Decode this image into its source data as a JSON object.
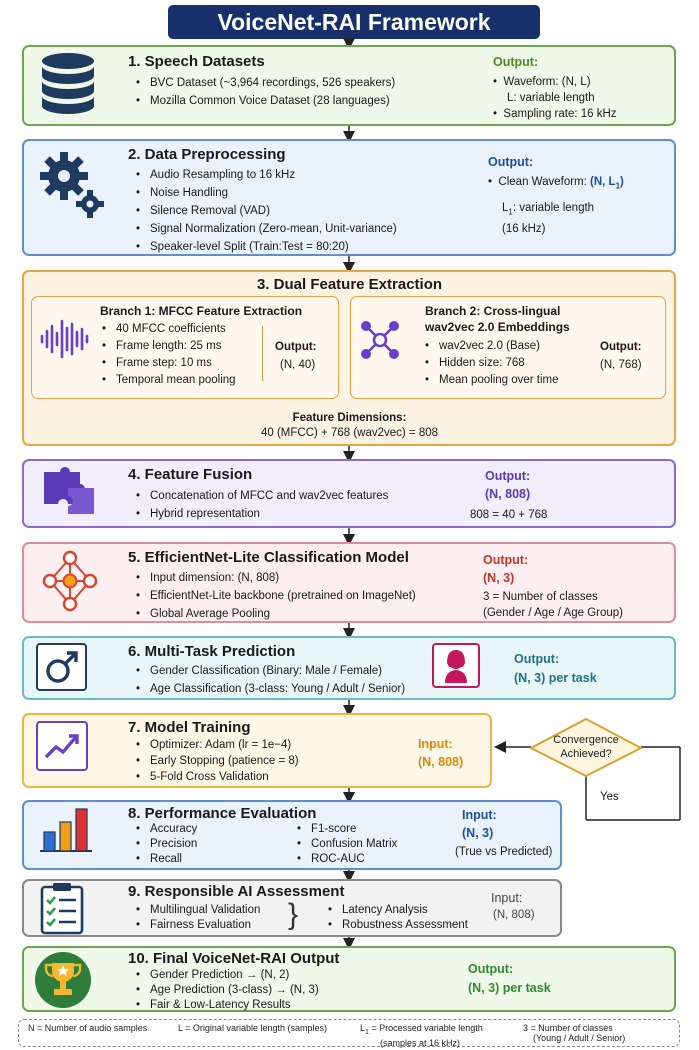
{
  "title": "VoiceNet-RAI Framework",
  "stage1": {
    "title": "1. Speech Datasets",
    "bullets": [
      "BVC Dataset (~3,964 recordings, 526 speakers)",
      "Mozilla Common Voice Dataset (28 languages)"
    ],
    "output_label": "Output:",
    "output": [
      "Waveform: (N, L)",
      "L: variable length",
      "Sampling rate: 16 kHz"
    ],
    "icon": "database-icon"
  },
  "stage2": {
    "title": "2. Data Preprocessing",
    "bullets": [
      "Audio Resampling to 16 kHz",
      "Noise Handling",
      "Silence Removal (VAD)",
      "Signal Normalization (Zero-mean, Unit-variance)",
      "Speaker-level Split (Train:Test = 80:20)"
    ],
    "output_label": "Output:",
    "output_clean": "Clean Waveform: ",
    "output_clean_val": "(N, L",
    "output_clean_sub": "1",
    "output_clean_end": ")",
    "output_l1": "L",
    "output_l1_sub": "1",
    "output_l1_rest": ": variable length",
    "output_rate": "(16 kHz)",
    "icon": "gears-icon"
  },
  "stage3": {
    "title": "3. Dual Feature Extraction",
    "branch1": {
      "title": "Branch 1: MFCC Feature Extraction",
      "bullets": [
        "40 MFCC coefficients",
        "Frame length: 25 ms",
        "Frame step: 10 ms",
        "Temporal mean pooling"
      ],
      "output_label": "Output:",
      "output": "(N, 40)",
      "icon": "waveform-icon"
    },
    "branch2": {
      "title": "Branch 2: Cross-lingual",
      "title2": "wav2vec 2.0 Embeddings",
      "bullets": [
        "wav2vec 2.0 (Base)",
        "Hidden size: 768",
        "Mean pooling over time"
      ],
      "output_label": "Output:",
      "output": "(N, 768)",
      "icon": "network-icon"
    },
    "dims_label": "Feature Dimensions:",
    "dims": "40 (MFCC) + 768 (wav2vec) = 808"
  },
  "stage4": {
    "title": "4. Feature Fusion",
    "bullets": [
      "Concatenation of MFCC and wav2vec features",
      "Hybrid representation"
    ],
    "output_label": "Output:",
    "output": "(N, 808)",
    "output_note": "808 = 40 + 768",
    "icon": "puzzle-icon"
  },
  "stage5": {
    "title": "5. EfficientNet-Lite Classification Model",
    "bullets": [
      "Input dimension: (N, 808)",
      "EfficientNet-Lite backbone (pretrained on ImageNet)",
      "Global Average Pooling"
    ],
    "output_label": "Output:",
    "output": "(N, 3)",
    "output_note": [
      "3 = Number of classes",
      "(Gender / Age / Age Group)"
    ],
    "icon": "neural-network-icon"
  },
  "stage6": {
    "title": "6. Multi-Task Prediction",
    "bullets": [
      "Gender Classification (Binary: Male / Female)",
      "Age Classification (3-class: Young / Adult / Senior)"
    ],
    "output_label": "Output:",
    "output": "(N, 3) per task",
    "icon_left": "male-symbol-icon",
    "icon_right": "person-icon"
  },
  "stage7": {
    "title": "7. Model Training",
    "bullets": [
      "Optimizer: Adam (lr = 1e−4)",
      "Early Stopping (patience = 8)",
      "5-Fold Cross Validation"
    ],
    "input_label": "Input:",
    "input": "(N, 808)",
    "decision": "Convergence",
    "decision2": "Achieved?",
    "yes": "Yes",
    "icon": "trend-up-icon"
  },
  "stage8": {
    "title": "8. Performance Evaluation",
    "bullets_left": [
      "Accuracy",
      "Precision",
      "Recall"
    ],
    "bullets_right": [
      "F1-score",
      "Confusion Matrix",
      "ROC-AUC"
    ],
    "input_label": "Input:",
    "input": "(N, 3)",
    "input_note": "(True vs Predicted)",
    "icon": "bar-chart-icon",
    "bar_levels": [
      0.45,
      0.7,
      1.0
    ],
    "bar_colors": [
      "#2f6fd1",
      "#f0a018",
      "#e03030"
    ]
  },
  "stage9": {
    "title": "9. Responsible AI Assessment",
    "bullets_left": [
      "Multilingual Validation",
      "Fairness Evaluation"
    ],
    "bullets_right": [
      "Latency Analysis",
      "Robustness Assessment"
    ],
    "input_label": "Input:",
    "input": "(N, 808)",
    "icon": "clipboard-checklist-icon"
  },
  "stage10": {
    "title": "10. Final VoiceNet-RAI Output",
    "bullets": [
      "Gender Prediction → (N, 2)",
      "Age Prediction (3-class)  → (N, 3)",
      "Fair & Low-Latency Results"
    ],
    "output_label": "Output:",
    "output": "(N, 3) per task",
    "icon": "trophy-icon"
  },
  "legend": {
    "n": "N = Number of audio samples",
    "l": "L = Original variable length (samples)",
    "l1_sym": "L",
    "l1_sub": "1",
    "l1a": " = Processed variable length",
    "l1b": "(samples at 16 kHz)",
    "c1": "3 = Number of classes",
    "c2": "(Young / Adult / Senior)"
  }
}
